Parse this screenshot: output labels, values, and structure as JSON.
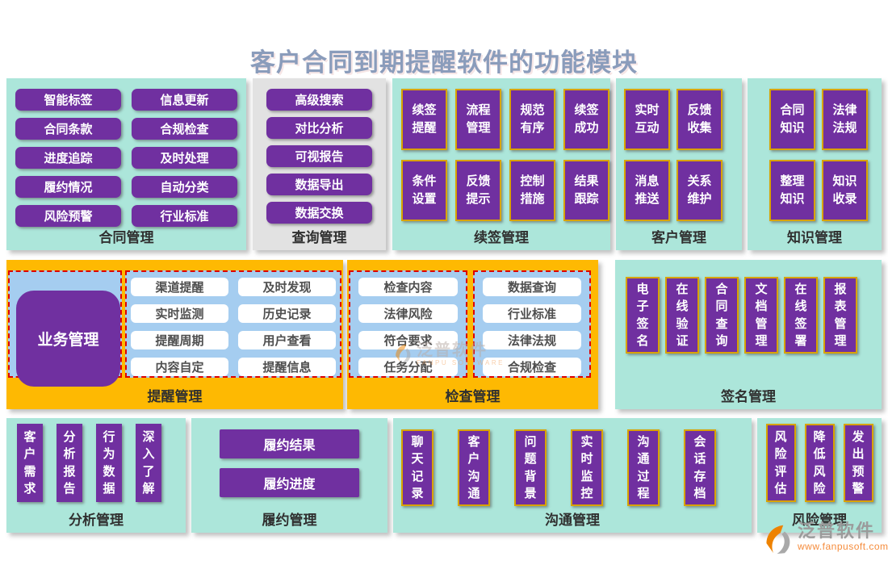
{
  "title": "客户合同到期提醒软件的功能模块",
  "panels": {
    "contract": {
      "label": "合同管理",
      "items": [
        "智能标签",
        "信息更新",
        "合同条款",
        "合规检查",
        "进度追踪",
        "及时处理",
        "履约情况",
        "自动分类",
        "风险预警",
        "行业标准"
      ]
    },
    "query": {
      "label": "查询管理",
      "items": [
        "高级搜索",
        "对比分析",
        "可视报告",
        "数据导出",
        "数据交换"
      ]
    },
    "renewal": {
      "label": "续签管理",
      "items": [
        "续签提醒",
        "流程管理",
        "规范有序",
        "续签成功",
        "条件设置",
        "反馈提示",
        "控制措施",
        "结果跟踪"
      ]
    },
    "customer": {
      "label": "客户管理",
      "items": [
        "实时互动",
        "反馈收集",
        "消息推送",
        "关系维护"
      ]
    },
    "knowledge": {
      "label": "知识管理",
      "items": [
        "合同知识",
        "法律法规",
        "整理知识",
        "知识收录"
      ]
    },
    "reminder": {
      "label": "提醒管理",
      "core": "业务管理",
      "items": [
        "渠道提醒",
        "及时发现",
        "实时监测",
        "历史记录",
        "提醒周期",
        "用户查看",
        "内容自定",
        "提醒信息"
      ]
    },
    "inspection": {
      "label": "检查管理",
      "left_items": [
        "检查内容",
        "法律风险",
        "符合要求",
        "任务分配"
      ],
      "right_items": [
        "数据查询",
        "行业标准",
        "法律法规",
        "合规检查"
      ]
    },
    "signature": {
      "label": "签名管理",
      "items": [
        "电子签名",
        "在线验证",
        "合同查询",
        "文档管理",
        "在线签署",
        "报表管理"
      ]
    },
    "analysis": {
      "label": "分析管理",
      "items": [
        "客户需求",
        "分析报告",
        "行为数据",
        "深入了解"
      ]
    },
    "performance": {
      "label": "履约管理",
      "items": [
        "履约结果",
        "履约进度"
      ]
    },
    "communication": {
      "label": "沟通管理",
      "items": [
        "聊天记录",
        "客户沟通",
        "问题背景",
        "实时监控",
        "沟通过程",
        "会话存档"
      ]
    },
    "risk": {
      "label": "风险管理",
      "items": [
        "风险评估",
        "降低风险",
        "发出预警"
      ]
    }
  },
  "watermark": {
    "name": "泛普软件",
    "subtext": "FANPU SOFTWARE"
  },
  "logo": {
    "name": "泛普软件",
    "url": "www.fanpusoft.com"
  },
  "colors": {
    "purple": "#7030a0",
    "teal": "#ace6da",
    "orange": "#feb902",
    "light_blue": "#a5cdf0",
    "gold_border": "#d9a300",
    "gray_panel": "#e2e2e2",
    "title_text": "#8a9cbb",
    "dashed_red": "#dd0000"
  }
}
